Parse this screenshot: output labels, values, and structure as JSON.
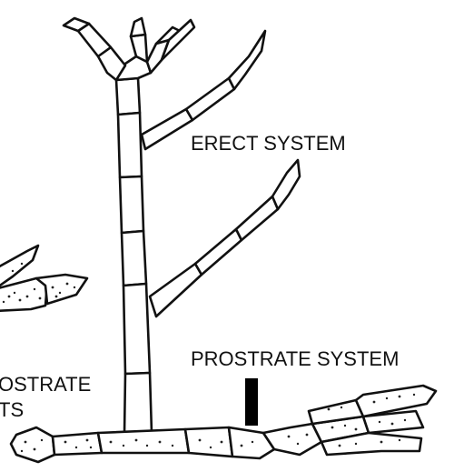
{
  "labels": {
    "erect": "ERECT SYSTEM",
    "prostrate": "PROSTRATE SYSTEM",
    "left_upper": "OSTRATE",
    "left_lower": "TS"
  },
  "colors": {
    "background": "#ffffff",
    "ink": "#111111",
    "marker": "#000000"
  }
}
